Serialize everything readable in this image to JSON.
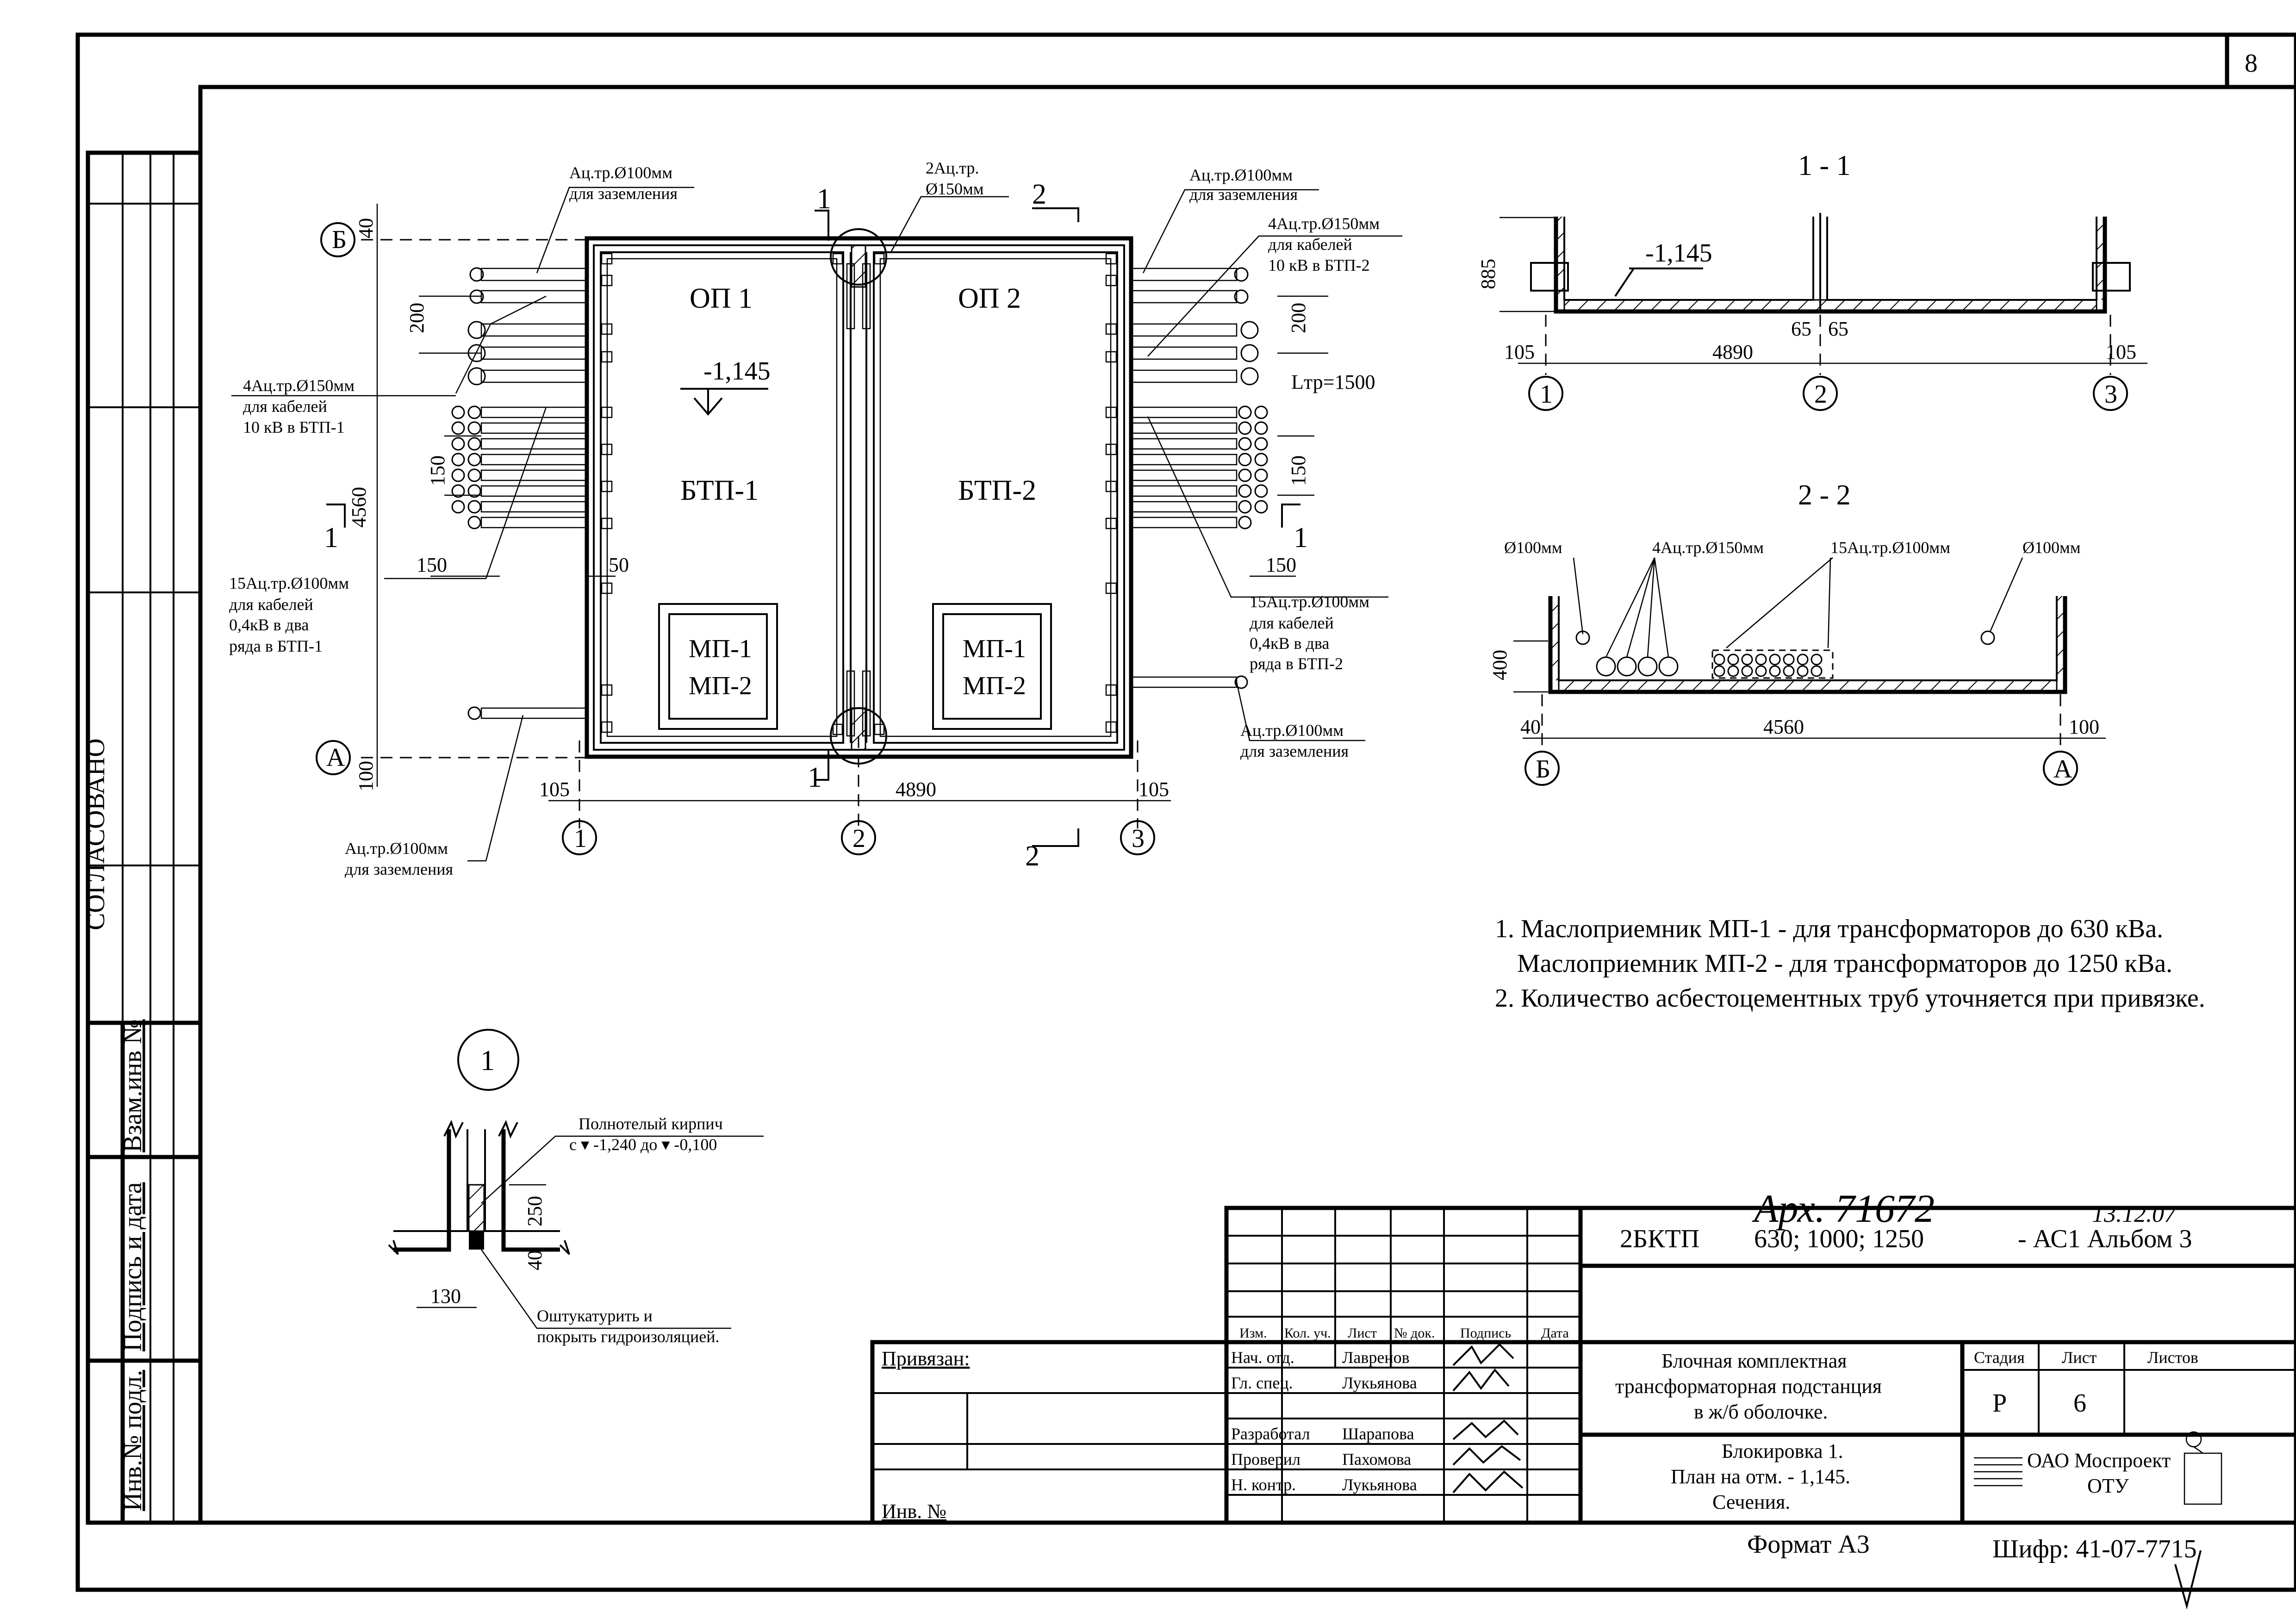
{
  "page_number": "8",
  "side_stamps": {
    "agreed": "СОГЛАСОВАНО",
    "replace_inv": "Взам.инв №",
    "signature_date": "Подпись и дата",
    "inv_original": "Инв.№ подл."
  },
  "plan": {
    "room_op1": "ОП 1",
    "room_op2": "ОП 2",
    "room_btp1": "БТП-1",
    "room_btp2": "БТП-2",
    "mp1": "МП-1",
    "mp2": "МП-2",
    "elevation": "-1,145",
    "axis_1": "1",
    "axis_2": "2",
    "axis_3": "3",
    "axis_a": "А",
    "axis_b": "Б",
    "section_1": "1",
    "section_2": "2",
    "dim_4890": "4890",
    "dim_105": "105",
    "dim_4560": "4560",
    "dim_40": "40",
    "dim_100": "100",
    "dim_200": "200",
    "dim_150": "150",
    "dim_50": "50",
    "pipe_length": "Lтр=1500",
    "callout_ground_tl_1": "Ац.тр.Ø100мм",
    "callout_ground_tl_2": "для заземления",
    "callout_center_1": "2Ац.тр.",
    "callout_center_2": "Ø150мм",
    "callout_ground_tr_1": "Ац.тр.Ø100мм",
    "callout_ground_tr_2": "для заземления",
    "callout_hv_r_1": "4Ац.тр.Ø150мм",
    "callout_hv_r_2": "для кабелей",
    "callout_hv_r_3": "10 кВ в БТП-2",
    "callout_hv_l_1": "4Ац.тр.Ø150мм",
    "callout_hv_l_2": "для кабелей",
    "callout_hv_l_3": "10 кВ в БТП-1",
    "callout_lv_l_1": "15Ац.тр.Ø100мм",
    "callout_lv_l_2": "для кабелей",
    "callout_lv_l_3": "0,4кВ в два",
    "callout_lv_l_4": "ряда в БТП-1",
    "callout_lv_r_1": "15Ац.тр.Ø100мм",
    "callout_lv_r_2": "для кабелей",
    "callout_lv_r_3": "0,4кВ в два",
    "callout_lv_r_4": "ряда в БТП-2",
    "callout_ground_br_1": "Ац.тр.Ø100мм",
    "callout_ground_br_2": "для заземления",
    "callout_ground_bl_1": "Ац.тр.Ø100мм",
    "callout_ground_bl_2": "для заземления"
  },
  "section_11": {
    "title": "1 - 1",
    "elevation": "-1,145",
    "dim_885": "885",
    "dim_105": "105",
    "dim_4890": "4890",
    "dim_65": "65",
    "axis_1": "1",
    "axis_2": "2",
    "axis_3": "3"
  },
  "section_22": {
    "title": "2 - 2",
    "d100_left": "Ø100мм",
    "d150_group": "4Ац.тр.Ø150мм",
    "d100_group": "15Ац.тр.Ø100мм",
    "d100_right": "Ø100мм",
    "dim_400": "400",
    "dim_40": "40",
    "dim_4560": "4560",
    "dim_100": "100",
    "axis_b": "Б",
    "axis_a": "А"
  },
  "notes": [
    "1. Маслоприемник МП-1 - для трансформаторов до 630 кВа.",
    "Маслоприемник МП-2 - для трансформаторов до 1250 кВа.",
    "2. Количество асбестоцементных труб уточняется при привязке."
  ],
  "detail_1": {
    "label": "1",
    "brick_1": "Полнотелый кирпич",
    "brick_2": "с ▾ -1,240 до ▾ -0,100",
    "dim_250": "250",
    "dim_40": "40",
    "dim_130": "130",
    "plaster_1": "Оштукатурить и",
    "plaster_2": "покрыть гидроизоляцией."
  },
  "archive": {
    "number": "Арх. 71672",
    "date": "13.12.07"
  },
  "title_block": {
    "code_left": "2БКТП",
    "code_mid": "630; 1000; 1250",
    "code_right": "- АС1  Альбом 3",
    "col_izm": "Изм.",
    "col_kol": "Кол. уч.",
    "col_list": "Лист",
    "col_ndok": "№ док.",
    "col_podpis": "Подпись",
    "col_data": "Дата",
    "tied": "Привязан:",
    "inv_no": "Инв. №",
    "roles": [
      "Нач. отд.",
      "Гл. спец.",
      "Разработал",
      "Проверил",
      "Н. контр."
    ],
    "names": [
      "Лавренов",
      "Лукьянова",
      "Шарапова",
      "Пахомова",
      "Лукьянова"
    ],
    "name_1": "Блочная комплектная",
    "name_2": "трансформаторная подстанция",
    "name_3": "в ж/б оболочке.",
    "sheet_1": "Блокировка 1.",
    "sheet_2": "План на отм. - 1,145.",
    "sheet_3": "Сечения.",
    "stage_label": "Стадия",
    "list_label": "Лист",
    "lists_label": "Листов",
    "stage": "Р",
    "list": "6",
    "org_1": "ОАО Моспроект",
    "org_2": "ОТУ",
    "format": "Формат А3",
    "cipher": "Шифр: 41-07-7715"
  }
}
